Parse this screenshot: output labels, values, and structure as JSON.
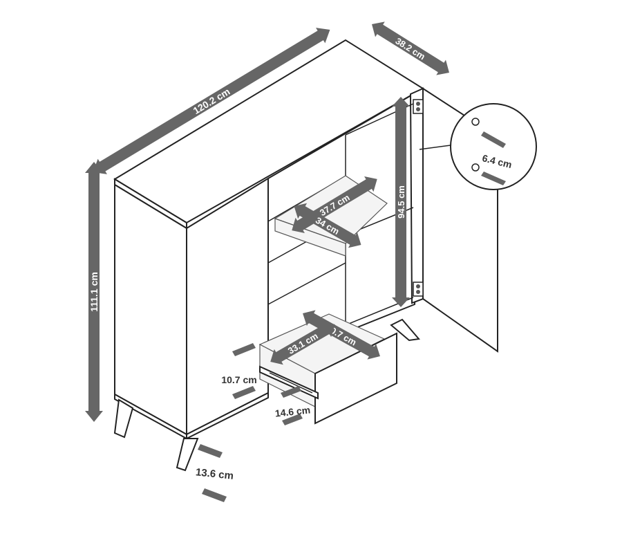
{
  "diagram": {
    "dimensions": {
      "width": "120.2 cm",
      "depth": "38.2 cm",
      "height": "111.1 cm",
      "inner_height": "94.5 cm",
      "shelf_width": "37.7 cm",
      "shelf_depth": "34 cm",
      "hinge_spacing": "6.4 cm",
      "drawer_width": "30.7 cm",
      "drawer_depth": "33.1 cm",
      "drawer_height": "10.7 cm",
      "drawer_front_height": "14.6 cm",
      "leg_height": "13.6 cm"
    },
    "colors": {
      "arrow": "#666666",
      "line": "#222222",
      "background": "#ffffff"
    }
  }
}
